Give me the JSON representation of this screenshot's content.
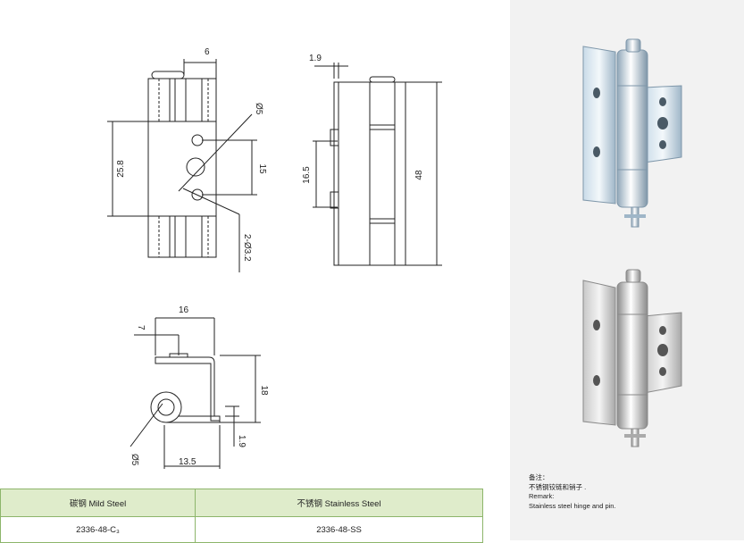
{
  "drawing": {
    "front_view": {
      "dim_pin_offset": "6",
      "dim_leaf_height": "25.8",
      "dim_pin_dia": "Ø5",
      "dim_hole_spacing": "15",
      "dim_holes": "2-Ø3.2"
    },
    "side_view": {
      "dim_thickness": "1.9",
      "dim_inner": "16.5",
      "dim_total": "48"
    },
    "top_view": {
      "dim_width": "16",
      "dim_offset": "7",
      "dim_height": "18",
      "dim_bottom": "13.5",
      "dim_sheet": "1.9",
      "dim_pin_dia": "Ø5"
    }
  },
  "table": {
    "headers": [
      "碳钢 Mild Steel",
      "不锈钢 Stainless Steel"
    ],
    "rows": [
      [
        "2336-48-C₃",
        "2336-48-SS"
      ]
    ]
  },
  "remark": {
    "cn_label": "备注：",
    "cn_text": "不锈钢铰链和销子 .",
    "en_label": "Remark:",
    "en_text": "Stainless steel hinge and pin."
  },
  "colors": {
    "panel_bg": "#f2f2f2",
    "table_border": "#8db56b",
    "table_header_bg": "#dfeccb"
  }
}
